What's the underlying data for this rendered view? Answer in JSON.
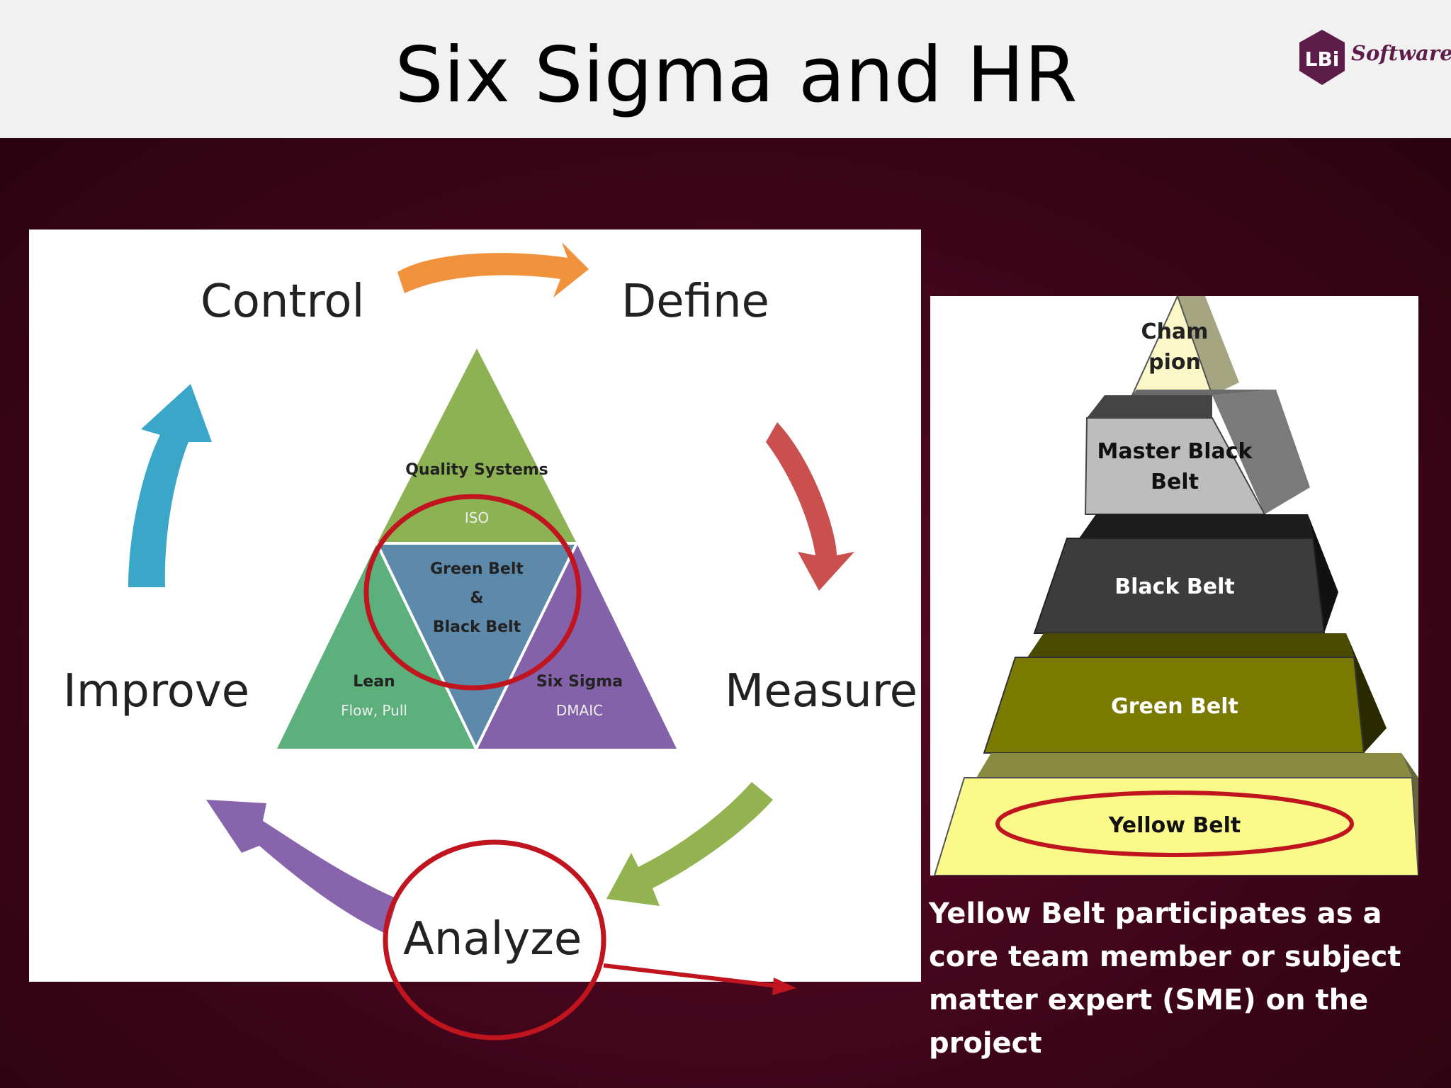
{
  "title": "Six Sigma and HR",
  "logo": {
    "mark": "LBi",
    "text": "Software"
  },
  "cycle": {
    "stages": [
      "Control",
      "Define",
      "Measure",
      "Analyze",
      "Improve"
    ],
    "colors": {
      "control_define": "#f0923c",
      "define_measure": "#c9504e",
      "measure_analyze": "#93b351",
      "analyze_improve": "#8764ac",
      "improve_control": "#3aa6c8"
    }
  },
  "triangle": {
    "top": {
      "label": "Quality Systems",
      "sub": "ISO",
      "color": "#8db254"
    },
    "center": {
      "line1": "Green Belt",
      "line2": "&",
      "line3": "Black Belt",
      "color": "#5d8aab"
    },
    "left": {
      "label": "Lean",
      "sub": "Flow, Pull",
      "color": "#5cb07c"
    },
    "right": {
      "label": "Six Sigma",
      "sub": "DMAIC",
      "color": "#8462a9"
    }
  },
  "pyramid": {
    "tiers": [
      {
        "label_line1": "Cham",
        "label_line2": "pion",
        "color": "#fbf7c6"
      },
      {
        "label_line1": "Master Black",
        "label_line2": "Belt",
        "color": "#bdbdbd"
      },
      {
        "label": "Black Belt",
        "color": "#3c3c3c"
      },
      {
        "label": "Green Belt",
        "color": "#7a7a00"
      },
      {
        "label": "Yellow Belt",
        "color": "#fbf98a"
      }
    ]
  },
  "highlight_color": "#c0141e",
  "caption": "Yellow Belt participates as a core team member or subject matter expert (SME) on the project"
}
